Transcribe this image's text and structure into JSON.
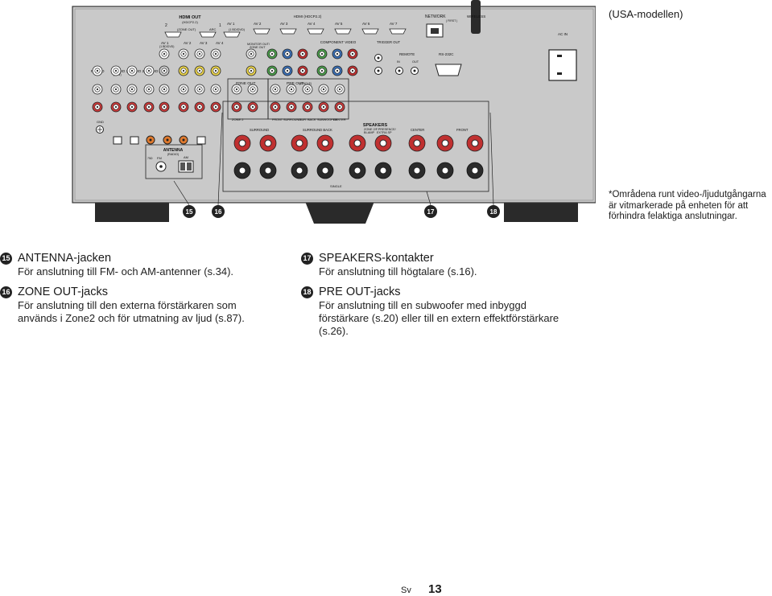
{
  "panel": {
    "labels": {
      "hdmi_out": "HDMI OUT",
      "hdmi_out_sub": "(HDCP2.2)",
      "zone_out": "(ZONE OUT)",
      "num_2": "2",
      "num_1": "1",
      "av1_top": "AV 1",
      "av1_top_sub": "(1 BD/DVD)",
      "av2_top": "AV 2",
      "av3_top": "AV 3",
      "av4_top": "AV 4",
      "av5_top": "AV 5",
      "av6_top": "AV 6",
      "av7_top": "AV 7",
      "hdmi_in": "HDMI (HDCP2.2)",
      "arc": "ARC",
      "network": "NETWORK",
      "first": "( FIRST )",
      "wireless": "WIRELESS",
      "ac_in": "AC IN",
      "av1": "AV 1",
      "av1_sub": "(1 BD/DVD)",
      "av2": "AV 2",
      "av3": "AV 3",
      "av4": "AV 4",
      "monitor_out": "MONITOR OUT/",
      "zone_out2": "ZONE OUT",
      "component_video": "COMPONENT VIDEO",
      "trigger_out": "TRIGGER OUT",
      "remote": "REMOTE",
      "rs232c": "RS-232C",
      "phono": "PHONO",
      "audio1": "AUDIO 1",
      "audio1_sub": "(2 TV)",
      "audio2": "AUDIO 2",
      "audio3": "AUDIO 3",
      "zone_out_jack": "ZONE OUT",
      "pre_out": "PRE OUT",
      "single": "(SINGLE)",
      "zone2": "ZONE 2",
      "front": "FRONT",
      "surround": "SURROUND",
      "sur_back": "SUR. BACK",
      "subwoofer": "SUBWOOFER",
      "center": "CENTER",
      "gnd": "GND",
      "optical": "OPTICAL",
      "coaxial": "COAXIAL",
      "antenna": "ANTENNA",
      "radio": "(RADIO)",
      "fm": "FM",
      "am": "AM",
      "ohm": "75Ω",
      "speakers": "SPEAKERS",
      "zone2_presence": "ZONE 2/F.PRESENCE/",
      "bi_amp": "BI-AMP",
      "extra_sp": "EXTRA SP",
      "surround_back": "SURROUND BACK",
      "center_spk": "CENTER",
      "front_spk": "FRONT",
      "single_spk": "SINGLE",
      "in": "IN",
      "out": "OUT"
    },
    "callouts": [
      {
        "num": "15"
      },
      {
        "num": "16"
      },
      {
        "num": "17"
      },
      {
        "num": "18"
      }
    ]
  },
  "usa_note": "(USA-modellen)",
  "footnote": "*Områdena runt video-/ljudutgångarna är vitmarkerade på enheten för att förhindra felaktiga anslutningar.",
  "items": [
    {
      "num": "15",
      "title": "ANTENNA-jacken",
      "text": "För anslutning till FM- och AM-antenner (s.34)."
    },
    {
      "num": "16",
      "title": "ZONE OUT-jacks",
      "text": "För anslutning till den externa förstärkaren som används i Zone2 och för utmatning av ljud (s.87)."
    },
    {
      "num": "17",
      "title": "SPEAKERS-kontakter",
      "text": "För anslutning till högtalare (s.16)."
    },
    {
      "num": "18",
      "title": "PRE OUT-jacks",
      "text": "För anslutning till en subwoofer med inbyggd förstärkare (s.20) eller till en extern effektförstärkare (s.26)."
    }
  ],
  "footer": {
    "lang": "Sv",
    "page": "13"
  }
}
